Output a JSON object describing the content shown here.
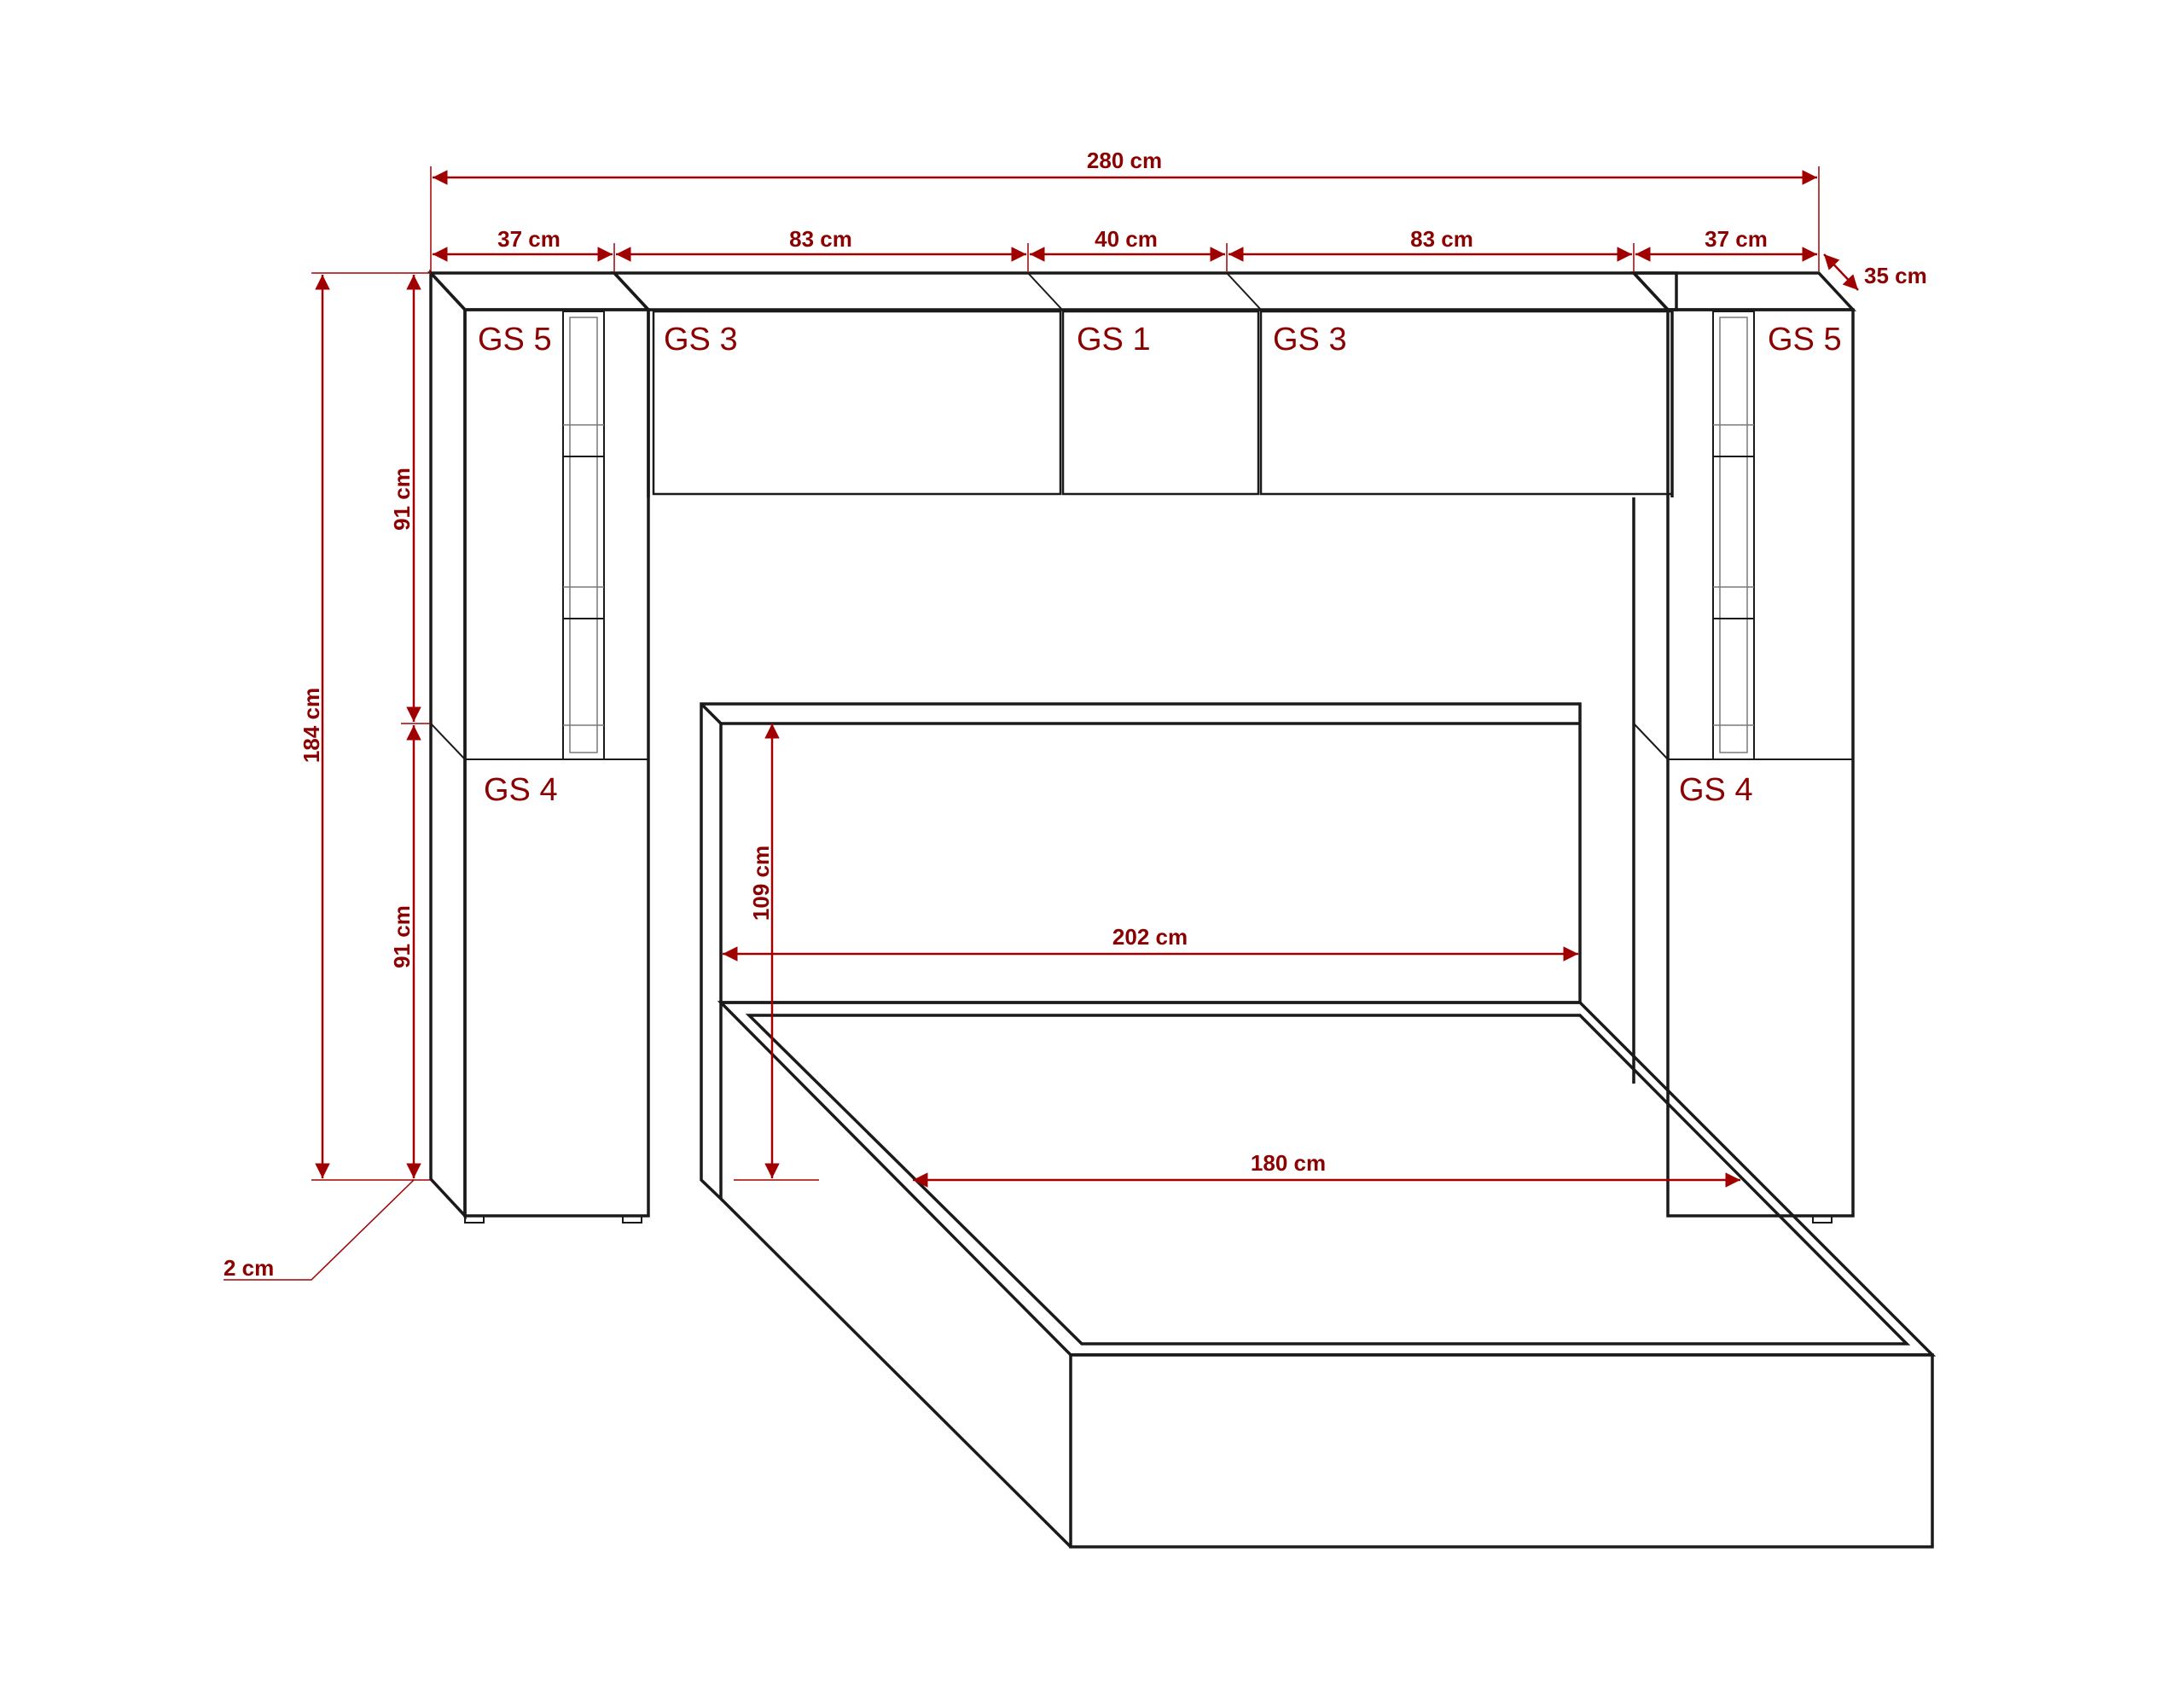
{
  "dimensions": {
    "total_width": "280 cm",
    "seg_left_cabinet": "37 cm",
    "seg_left_shelf": "83 cm",
    "seg_center_shelf": "40 cm",
    "seg_right_shelf": "83 cm",
    "seg_right_cabinet": "37 cm",
    "depth": "35 cm",
    "total_height": "184 cm",
    "upper_height": "91 cm",
    "lower_height": "91 cm",
    "plinth": "2 cm",
    "headboard_height": "109 cm",
    "bed_length": "202 cm",
    "bed_width": "180 cm"
  },
  "modules": {
    "left_upper": "GS 5",
    "left_shelf": "GS 3",
    "center_shelf": "GS 1",
    "right_shelf": "GS 3",
    "right_upper": "GS 5",
    "left_lower": "GS 4",
    "right_lower": "GS 4"
  },
  "colors": {
    "annotation": "#8b0000",
    "line": "#1a1a1a"
  }
}
